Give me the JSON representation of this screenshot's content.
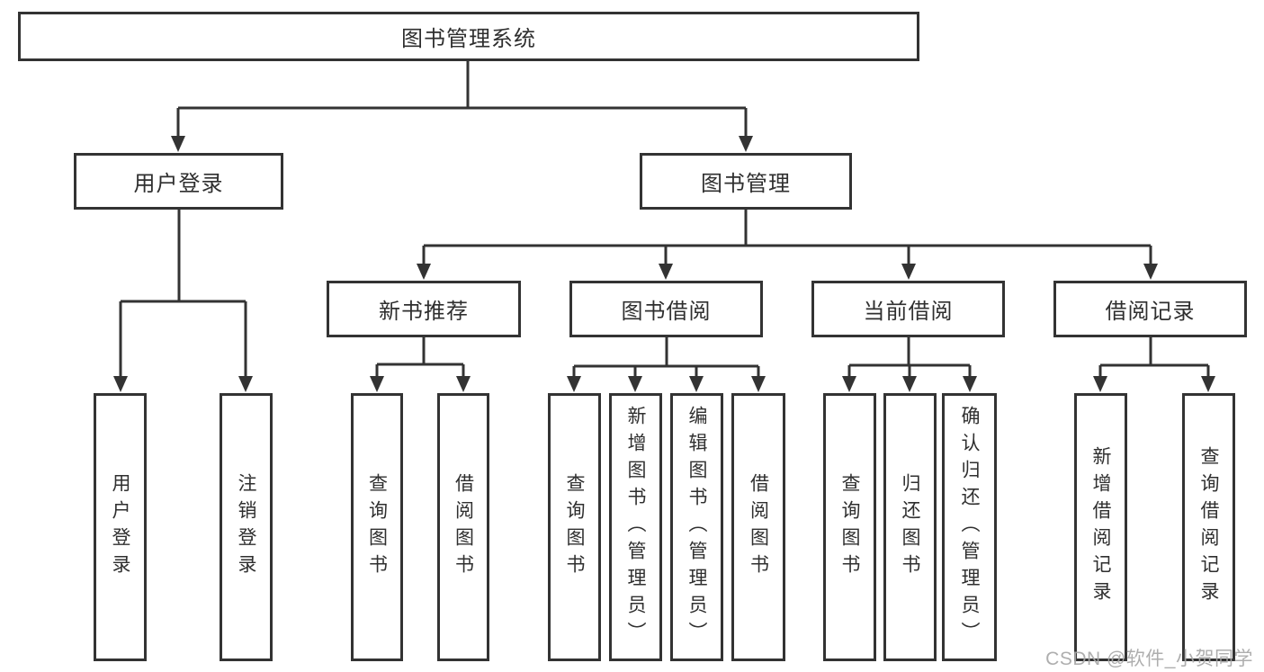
{
  "diagram": {
    "title": "图书管理系统",
    "watermark": "CSDN @软件_小贺同学",
    "colors": {
      "line": "#333333",
      "box_border": "#333333",
      "text": "#2f2f2f",
      "background": "#ffffff",
      "watermark": "#a8a8a8"
    },
    "nodes": {
      "root": {
        "label": "图书管理系统"
      },
      "level2": [
        {
          "label": "用户登录",
          "parent": "图书管理系统"
        },
        {
          "label": "图书管理",
          "parent": "图书管理系统"
        }
      ],
      "level3": [
        {
          "label": "新书推荐",
          "parent": "图书管理"
        },
        {
          "label": "图书借阅",
          "parent": "图书管理"
        },
        {
          "label": "当前借阅",
          "parent": "图书管理"
        },
        {
          "label": "借阅记录",
          "parent": "图书管理"
        }
      ],
      "leaves": [
        {
          "label": "用户登录",
          "parent": "用户登录"
        },
        {
          "label": "注销登录",
          "parent": "用户登录"
        },
        {
          "label": "查询图书",
          "parent": "新书推荐"
        },
        {
          "label": "借阅图书",
          "parent": "新书推荐"
        },
        {
          "label": "查询图书",
          "parent": "图书借阅"
        },
        {
          "label": "新增图书（管理员）",
          "parent": "图书借阅"
        },
        {
          "label": "编辑图书（管理员）",
          "parent": "图书借阅"
        },
        {
          "label": "借阅图书",
          "parent": "图书借阅"
        },
        {
          "label": "查询图书",
          "parent": "当前借阅"
        },
        {
          "label": "归还图书",
          "parent": "当前借阅"
        },
        {
          "label": "确认归还（管理员）",
          "parent": "当前借阅"
        },
        {
          "label": "新增借阅记录",
          "parent": "借阅记录"
        },
        {
          "label": "查询借阅记录",
          "parent": "借阅记录"
        }
      ]
    }
  }
}
